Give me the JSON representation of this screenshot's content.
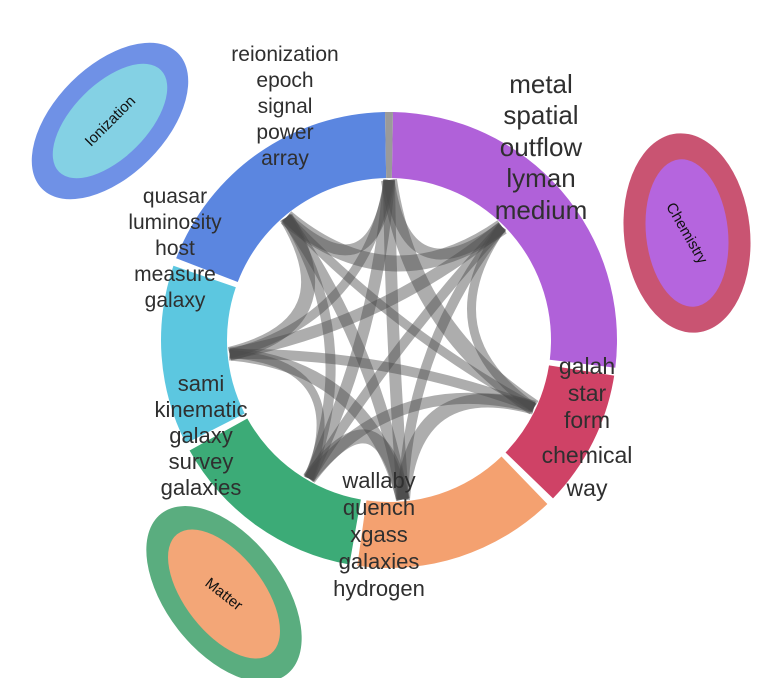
{
  "clusters": [
    {
      "id": "ionization-top",
      "color": "#5b86e0",
      "keywords": [
        "reionization",
        "epoch",
        "signal",
        "power",
        "array"
      ]
    },
    {
      "id": "quasar",
      "color": "#5cc7e0",
      "keywords": [
        "quasar",
        "luminosity",
        "host",
        "measure",
        "galaxy"
      ]
    },
    {
      "id": "sami",
      "color": "#3cab77",
      "keywords": [
        "sami",
        "kinematic",
        "galaxy",
        "survey",
        "galaxies"
      ]
    },
    {
      "id": "wallaby",
      "color": "#f4a170",
      "keywords": [
        "wallaby",
        "quench",
        "xgass",
        "galaxies",
        "hydrogen"
      ]
    },
    {
      "id": "galah",
      "color": "#cf4266",
      "keywords": [
        "galah",
        "star",
        "form",
        "chemical",
        "way"
      ]
    },
    {
      "id": "metal",
      "color": "#b061d9",
      "keywords": [
        "metal",
        "spatial",
        "outflow",
        "lyman",
        "medium"
      ]
    }
  ],
  "badges": [
    {
      "id": "ionization",
      "label": "Ionization",
      "outer": "#6f91e6",
      "inner": "#84d1e4"
    },
    {
      "id": "chemistry",
      "label": "Chemistry",
      "outer": "#c95472",
      "inner": "#b565de"
    },
    {
      "id": "matter",
      "label": "Matter",
      "outer": "#5aad7f",
      "inner": "#f3a677"
    }
  ],
  "colors": {
    "ribbon": "#4a4a4a",
    "keyword_text": "#2f2f2f"
  }
}
